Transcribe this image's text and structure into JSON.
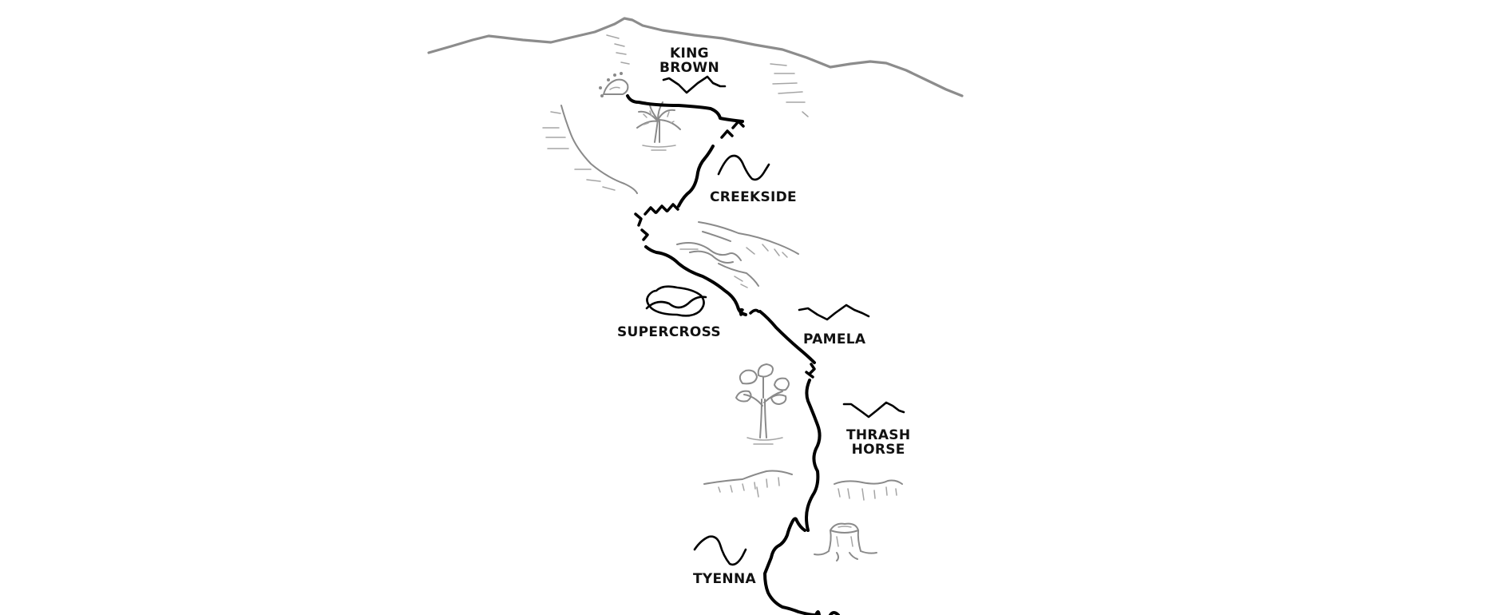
{
  "map": {
    "trails": [
      {
        "id": "king-brown",
        "name_lines": [
          "KING",
          "BROWN"
        ],
        "icon": "profile-zigzag-icon"
      },
      {
        "id": "creekside",
        "name_lines": [
          "CREEKSIDE"
        ],
        "icon": "profile-hill-icon"
      },
      {
        "id": "supercross",
        "name_lines": [
          "SUPERCROSS"
        ],
        "icon": "loop-track-icon"
      },
      {
        "id": "pamela",
        "name_lines": [
          "PAMELA"
        ],
        "icon": "profile-zigzag-icon"
      },
      {
        "id": "thrash-horse",
        "name_lines": [
          "THRASH",
          "HORSE"
        ],
        "icon": "profile-zigzag-icon"
      },
      {
        "id": "tyenna",
        "name_lines": [
          "TYENNA"
        ],
        "icon": "profile-hill-icon"
      }
    ],
    "colors": {
      "route": "#000000",
      "sketch": "#8a8a8a",
      "background": "#ffffff"
    }
  }
}
